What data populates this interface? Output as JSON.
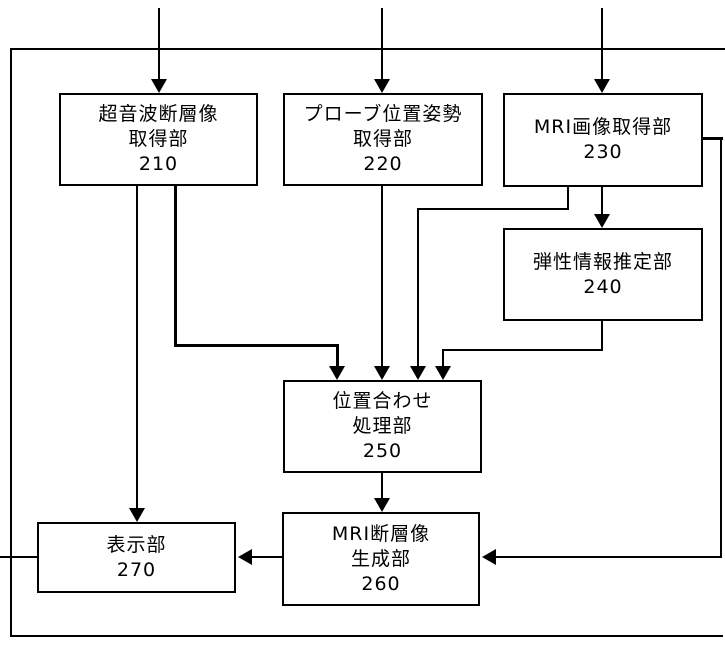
{
  "figure": {
    "colors": {
      "line": "#000000",
      "background": "#ffffff"
    },
    "boxes": {
      "ultrasound_acquisition": {
        "line1": "超音波断層像",
        "line2": "取得部",
        "number": "210"
      },
      "probe_pose_acquisition": {
        "line1": "プローブ位置姿勢",
        "line2": "取得部",
        "number": "220"
      },
      "mri_image_acquisition": {
        "line1": "MRI画像取得部",
        "number": "230"
      },
      "elasticity_estimation": {
        "line1": "弾性情報推定部",
        "number": "240"
      },
      "registration_processing": {
        "line1": "位置合わせ",
        "line2": "処理部",
        "number": "250"
      },
      "mri_tomogram_generation": {
        "line1": "MRI断層像",
        "line2": "生成部",
        "number": "260"
      },
      "display_unit": {
        "line1": "表示部",
        "number": "270"
      }
    }
  }
}
